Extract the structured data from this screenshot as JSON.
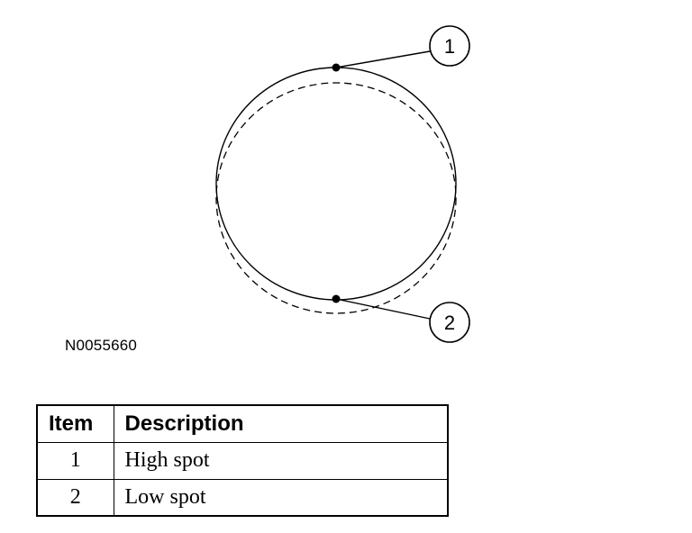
{
  "figure": {
    "figure_id": "N0055660",
    "callouts": [
      {
        "number": "1"
      },
      {
        "number": "2"
      }
    ]
  },
  "legend": {
    "headers": {
      "item": "Item",
      "description": "Description"
    },
    "rows": [
      {
        "item": "1",
        "description": "High spot"
      },
      {
        "item": "2",
        "description": "Low spot"
      }
    ]
  }
}
